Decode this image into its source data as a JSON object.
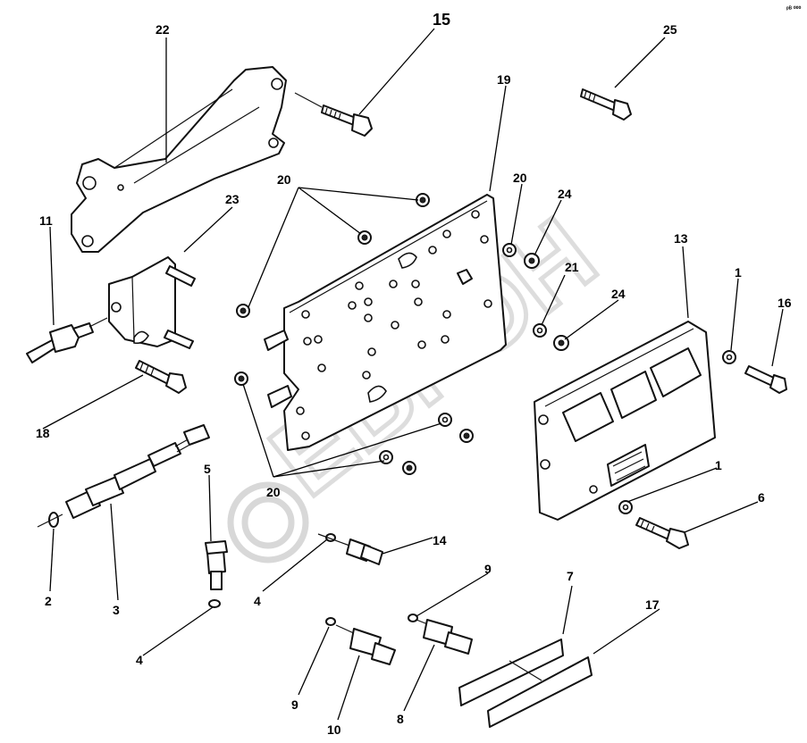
{
  "corner_mark": "ᵖᴮ ⁰⁰⁰",
  "watermark": {
    "text": "ЕВРОН"
  },
  "callouts": [
    {
      "id": "c15",
      "text": "15"
    },
    {
      "id": "c22",
      "text": "22"
    },
    {
      "id": "c25",
      "text": "25"
    },
    {
      "id": "c19",
      "text": "19"
    },
    {
      "id": "c20a",
      "text": "20"
    },
    {
      "id": "c20b",
      "text": "20"
    },
    {
      "id": "c24a",
      "text": "24"
    },
    {
      "id": "c23",
      "text": "23"
    },
    {
      "id": "c11",
      "text": "11"
    },
    {
      "id": "c13",
      "text": "13"
    },
    {
      "id": "c21",
      "text": "21"
    },
    {
      "id": "c1a",
      "text": "1"
    },
    {
      "id": "c16",
      "text": "16"
    },
    {
      "id": "c24b",
      "text": "24"
    },
    {
      "id": "c18",
      "text": "18"
    },
    {
      "id": "c1b",
      "text": "1"
    },
    {
      "id": "c5",
      "text": "5"
    },
    {
      "id": "c6",
      "text": "6"
    },
    {
      "id": "c20c",
      "text": "20"
    },
    {
      "id": "c14",
      "text": "14"
    },
    {
      "id": "c2",
      "text": "2"
    },
    {
      "id": "c3",
      "text": "3"
    },
    {
      "id": "c4a",
      "text": "4"
    },
    {
      "id": "c9a",
      "text": "9"
    },
    {
      "id": "c7",
      "text": "7"
    },
    {
      "id": "c17",
      "text": "17"
    },
    {
      "id": "c4b",
      "text": "4"
    },
    {
      "id": "c9b",
      "text": "9"
    },
    {
      "id": "c8",
      "text": "8"
    },
    {
      "id": "c10",
      "text": "10"
    }
  ]
}
